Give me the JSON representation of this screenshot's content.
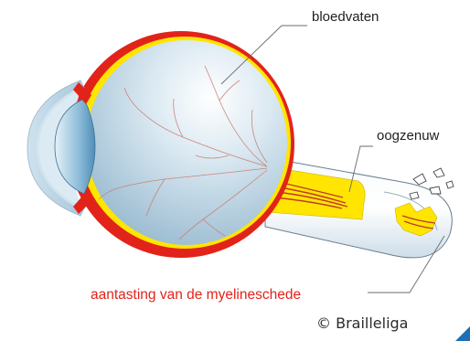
{
  "labels": {
    "blood_vessels": "bloedvaten",
    "optic_nerve": "oogzenuw",
    "myelin_damage": "aantasting van de myelineschede"
  },
  "credit": "© Brailleliga",
  "colors": {
    "sclera_red": "#e2231a",
    "myelin_yellow": "#ffe500",
    "myelin_label_red": "#e2231a",
    "eyeball_blue": "#bcd6e6",
    "lens_blue": "#6fa8cc",
    "corner_mark_blue": "#1f6fb2"
  }
}
